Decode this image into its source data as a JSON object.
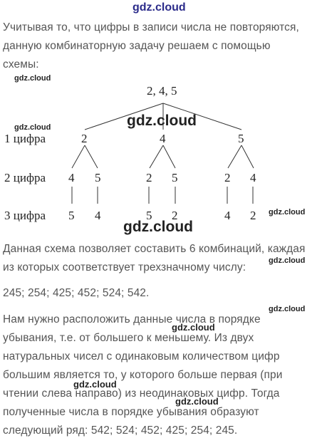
{
  "brand": "gdz.cloud",
  "intro_lines": [
    "Учитывая то, что цифры в записи числа не повторяются,",
    "данную комбинаторную задачу решаем с помощью",
    "схемы:"
  ],
  "watermark": "gdz.cloud",
  "tree": {
    "root": "2, 4, 5",
    "row_labels": [
      "1 цифра",
      "2 цифра",
      "3 цифра"
    ],
    "level1": [
      "2",
      "4",
      "5"
    ],
    "level2": [
      "4",
      "5",
      "2",
      "5",
      "2",
      "4"
    ],
    "level3": [
      "5",
      "4",
      "5",
      "2",
      "4",
      "2"
    ]
  },
  "middle_lines": [
    "Данная схема позволяет составить 6 комбинаций, каждая",
    "из которых соответствует трехзначному числу:"
  ],
  "numbers_line": "245; 254; 425; 452; 524; 542.",
  "final_lines": [
    "Нам нужно расположить данные числа в порядке",
    "убывания, т.е. от большего к меньшему. Из двух",
    "натуральных чисел с одинаковым количеством цифр",
    "большим является то, у которого больше первая (при",
    "чтении слева направо) из неодинаковых цифр. Тогда",
    "полученные числа в порядке убывания образуют",
    "следующий ряд: 542; 524; 452; 425; 254; 245."
  ]
}
